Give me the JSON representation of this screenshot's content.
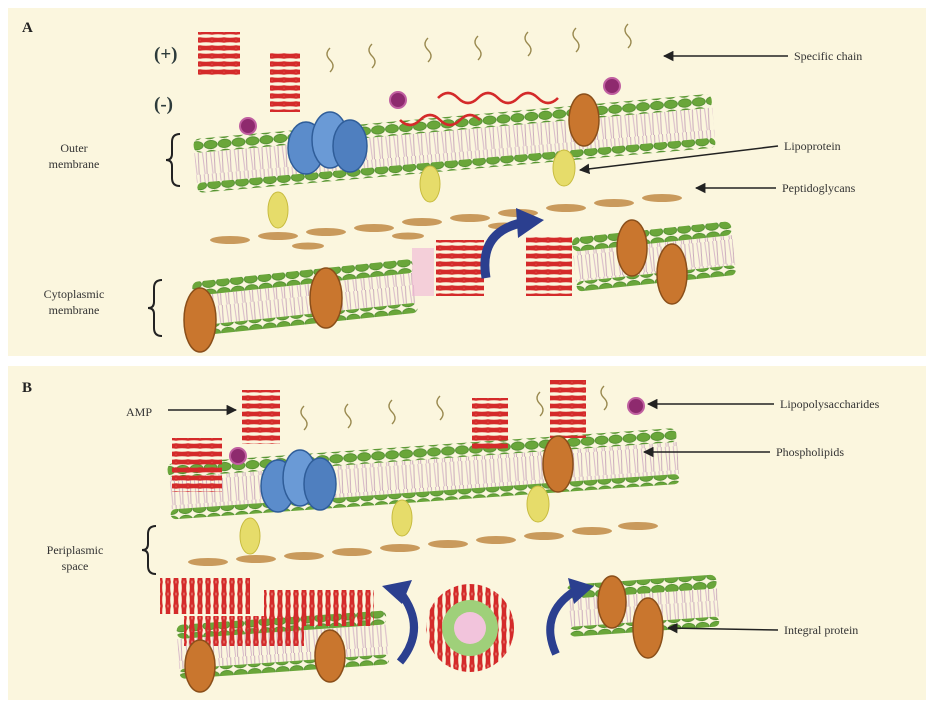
{
  "panels": [
    {
      "id": "A",
      "label": "A",
      "charges": [
        "(+)",
        "(-)"
      ],
      "labels": {
        "specific_chain": "Specific chain",
        "lipoprotein": "Lipoprotein",
        "peptidoglycans": "Peptidoglycans",
        "outer_membrane_1": "Outer",
        "outer_membrane_2": "membrane",
        "cytoplasmic_membrane_1": "Cytoplasmic",
        "cytoplasmic_membrane_2": "membrane"
      }
    },
    {
      "id": "B",
      "label": "B",
      "labels": {
        "amp": "AMP",
        "lipopolysaccharides": "Lipopolysaccharides",
        "phospholipids": "Phospholipids",
        "periplasmic_space_1": "Periplasmic",
        "periplasmic_space_2": "space",
        "integral_protein": "Integral protein"
      }
    }
  ],
  "colors": {
    "background": "#fbf6de",
    "membrane_green": "#6aa63a",
    "peptide_red": "#d42a2a",
    "porin_blue": "#4f7fbf",
    "integral_protein_orange": "#c9762e",
    "lipoprotein_yellow": "#e6dc6a",
    "lps_purple": "#8e2a6e",
    "arrow_navy": "#2b3f8f",
    "peptidoglycan_tan": "#c99a5c"
  }
}
